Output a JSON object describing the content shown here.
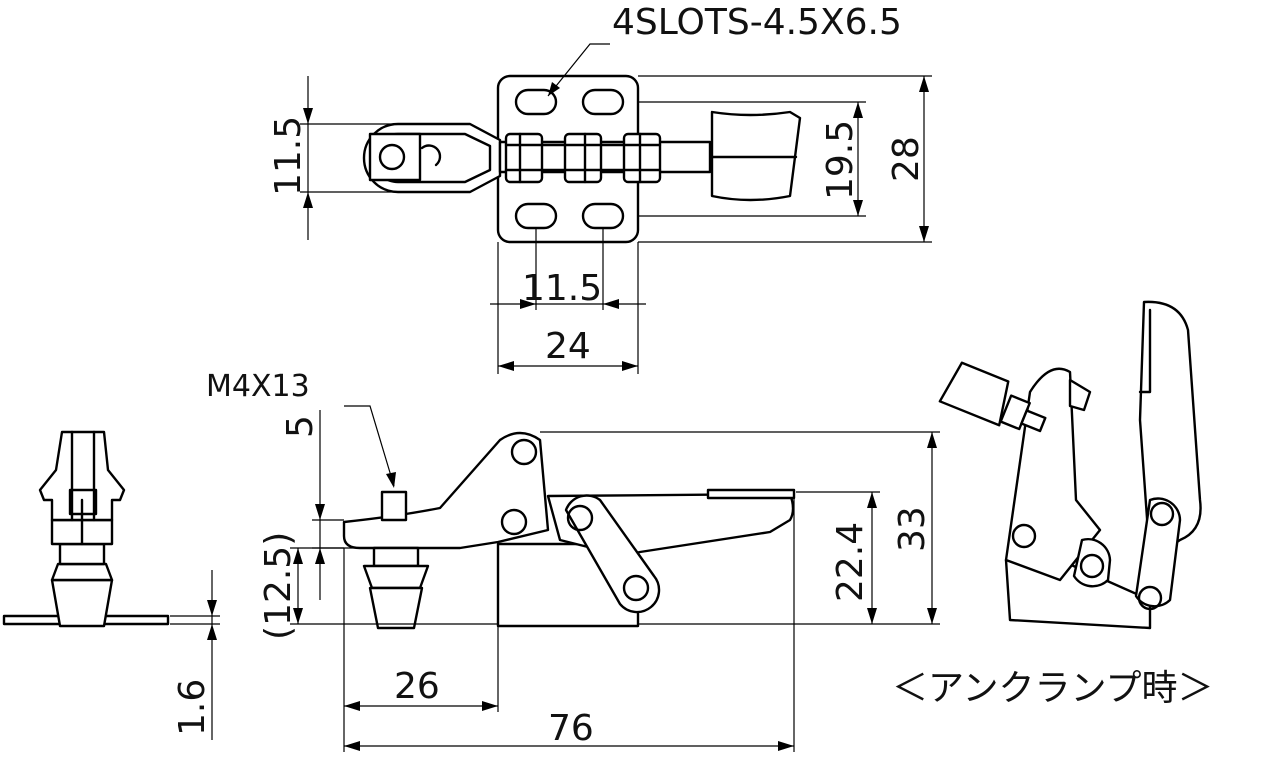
{
  "labels": {
    "slots": "4SLOTS-4.5X6.5",
    "slot_pitch_h": "11.5",
    "slot_pitch_w": "11.5",
    "base_width": "24",
    "slot_pitch_v": "19.5",
    "base_height": "28",
    "screw": "M4X13",
    "screw_proj": "5",
    "spindle_height": "(12.5)",
    "bar_height": "22.4",
    "total_height": "33",
    "spindle_offset": "26",
    "total_length": "76",
    "plate_thickness": "1.6",
    "unclamped": "＜アンクランプ時＞"
  }
}
